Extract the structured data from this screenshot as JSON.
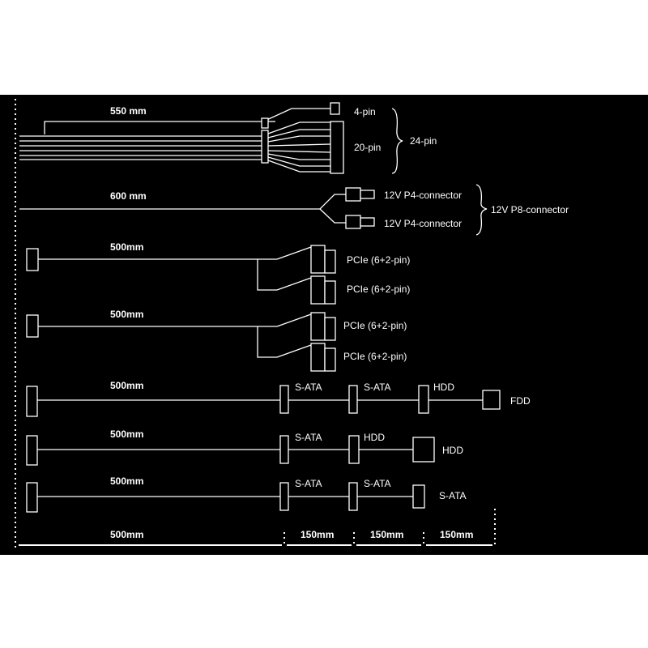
{
  "cables": {
    "atx": {
      "length": "550 mm",
      "pin4": "4-pin",
      "pin20": "20-pin",
      "pin24": "24-pin"
    },
    "eps": {
      "length": "600 mm",
      "p4_a": "12V P4-connector",
      "p4_b": "12V P4-connector",
      "p8": "12V P8-connector"
    },
    "pcie1": {
      "length": "500mm",
      "conn_a": "PCIe (6+2-pin)",
      "conn_b": "PCIe (6+2-pin)"
    },
    "pcie2": {
      "length": "500mm",
      "conn_a": "PCIe (6+2-pin)",
      "conn_b": "PCIe (6+2-pin)"
    },
    "peri1": {
      "length": "500mm",
      "c1": "S-ATA",
      "c2": "S-ATA",
      "c3": "HDD",
      "c4": "FDD"
    },
    "peri2": {
      "length": "500mm",
      "c1": "S-ATA",
      "c2": "HDD",
      "c3": "HDD"
    },
    "peri3": {
      "length": "500mm",
      "c1": "S-ATA",
      "c2": "S-ATA",
      "c3": "S-ATA"
    }
  },
  "scale": {
    "seg1": "500mm",
    "seg2": "150mm",
    "seg3": "150mm",
    "seg4": "150mm"
  },
  "colors": {
    "background": "#000000",
    "line": "#ffffff",
    "page": "#ffffff"
  }
}
